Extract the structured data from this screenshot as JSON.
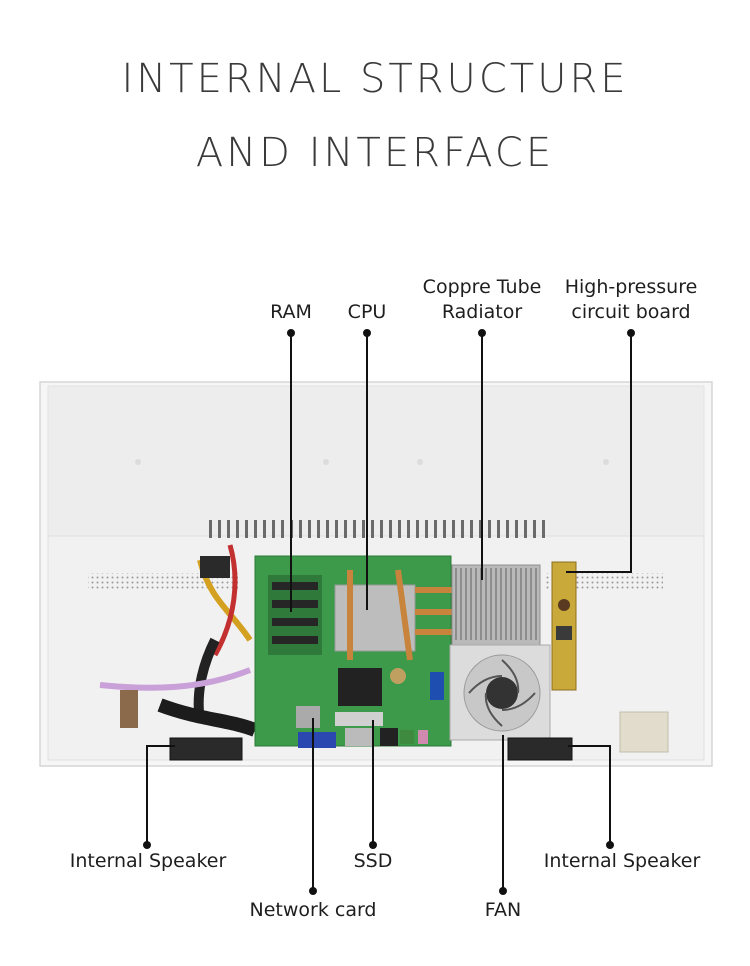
{
  "title": {
    "line1": "INTERNAL STRUCTURE",
    "line2": "AND INTERFACE"
  },
  "labels": {
    "ram": "RAM",
    "cpu": "CPU",
    "radiator_line1": "Coppre Tube",
    "radiator_line2": "Radiator",
    "hp_line1": "High-pressure",
    "hp_line2": "circuit board",
    "speaker_left": "Internal Speaker",
    "ssd": "SSD",
    "speaker_right": "Internal Speaker",
    "network": "Network card",
    "fan": "FAN"
  },
  "colors": {
    "chassis": "#f2f2f2",
    "pcb": "#3c9a4a",
    "heatsink": "#b8b8b8",
    "copper": "#c8843c",
    "leader": "#111111"
  }
}
